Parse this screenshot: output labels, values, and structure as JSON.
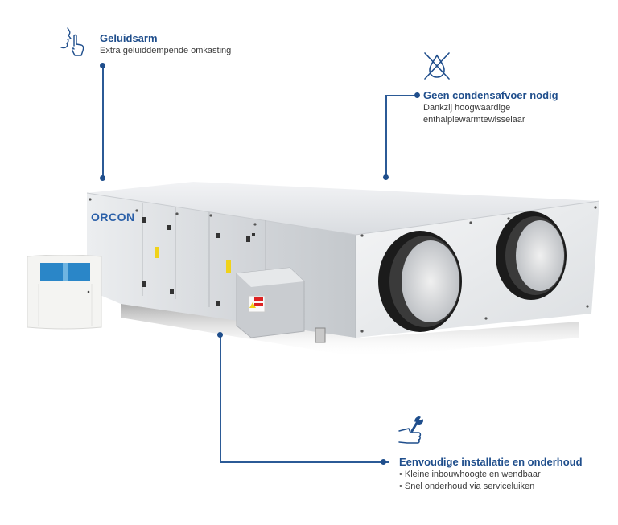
{
  "features": [
    {
      "id": "geluidsarm",
      "icon": "quiet-gesture-icon",
      "title": "Geluidsarm",
      "lines": [
        "Extra geluiddempende omkasting"
      ]
    },
    {
      "id": "condens",
      "icon": "no-drop-icon",
      "title": "Geen condensafvoer nodig",
      "lines": [
        "Dankzij hoogwaardige",
        "enthalpiewarmtewisselaar"
      ]
    },
    {
      "id": "installatie",
      "icon": "wrench-hand-icon",
      "title": "Eenvoudige installatie en onderhoud",
      "bullets": [
        "Kleine inbouwhoogte en wendbaar",
        "Snel onderhoud via serviceluiken"
      ]
    }
  ],
  "product": {
    "brand": "ORCON",
    "unit": "ventilation-unit-with-heat-recovery",
    "controller": "wall-control-panel"
  },
  "colors": {
    "accent": "#1f4e8c",
    "line": "#2b5a96",
    "text": "#3a3a3a",
    "screen": "#2a86c8"
  }
}
